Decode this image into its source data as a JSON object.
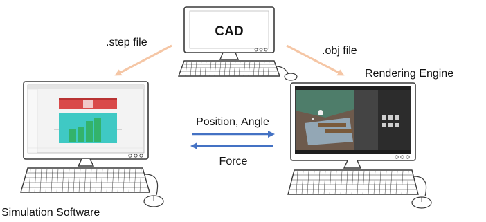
{
  "nodes": {
    "cad": {
      "screen_text": "CAD"
    },
    "simulation": {
      "caption": "Simulation Software"
    },
    "rendering": {
      "caption": "Rendering Engine"
    }
  },
  "edges": {
    "cad_to_simulation": {
      "label": ".step file"
    },
    "cad_to_rendering": {
      "label": ".obj file"
    },
    "simulation_to_rendering": {
      "label": "Position, Angle"
    },
    "rendering_to_simulation": {
      "label": "Force"
    }
  },
  "colors": {
    "file_arrow": "#f5c6a5",
    "data_arrow": "#4472c4",
    "outline": "#3a3a3a"
  }
}
